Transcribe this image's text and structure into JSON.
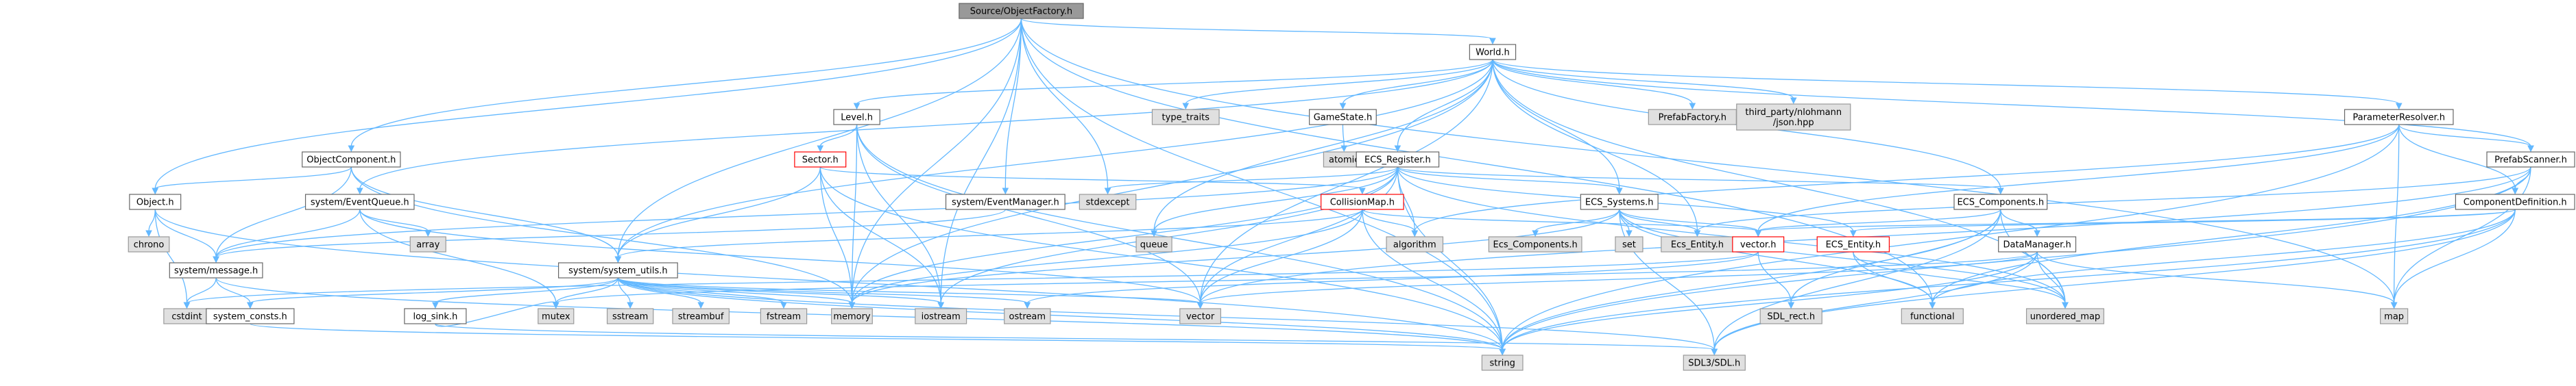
{
  "nodes": [
    {
      "id": "objectfactory",
      "label": "Source/ObjectFactory.h",
      "kind": "root"
    },
    {
      "id": "world",
      "label": "World.h",
      "kind": "proj"
    },
    {
      "id": "level",
      "label": "Level.h",
      "kind": "proj"
    },
    {
      "id": "type_traits",
      "label": "type_traits",
      "kind": "sys"
    },
    {
      "id": "gamestate",
      "label": "GameState.h",
      "kind": "proj"
    },
    {
      "id": "prefabfactory",
      "label": "PrefabFactory.h",
      "kind": "sys"
    },
    {
      "id": "json",
      "label": "third_party/nlohmann\n/json.hpp",
      "kind": "sys"
    },
    {
      "id": "paramresolver",
      "label": "ParameterResolver.h",
      "kind": "proj"
    },
    {
      "id": "objectcomponent",
      "label": "ObjectComponent.h",
      "kind": "proj"
    },
    {
      "id": "sector",
      "label": "Sector.h",
      "kind": "red"
    },
    {
      "id": "atomic",
      "label": "atomic",
      "kind": "sys"
    },
    {
      "id": "ecs_register",
      "label": "ECS_Register.h",
      "kind": "proj"
    },
    {
      "id": "prefabscanner",
      "label": "PrefabScanner.h",
      "kind": "proj"
    },
    {
      "id": "object",
      "label": "Object.h",
      "kind": "proj"
    },
    {
      "id": "eventqueue",
      "label": "system/EventQueue.h",
      "kind": "proj"
    },
    {
      "id": "eventmanager",
      "label": "system/EventManager.h",
      "kind": "proj"
    },
    {
      "id": "stdexcept",
      "label": "stdexcept",
      "kind": "sys"
    },
    {
      "id": "collisionmap",
      "label": "CollisionMap.h",
      "kind": "red"
    },
    {
      "id": "ecs_systems",
      "label": "ECS_Systems.h",
      "kind": "proj"
    },
    {
      "id": "ecs_components",
      "label": "ECS_Components.h",
      "kind": "proj"
    },
    {
      "id": "componentdef",
      "label": "ComponentDefinition.h",
      "kind": "proj"
    },
    {
      "id": "chrono",
      "label": "chrono",
      "kind": "sys"
    },
    {
      "id": "array",
      "label": "array",
      "kind": "sys"
    },
    {
      "id": "sysmessage",
      "label": "system/message.h",
      "kind": "proj"
    },
    {
      "id": "queue",
      "label": "queue",
      "kind": "sys"
    },
    {
      "id": "algorithm",
      "label": "algorithm",
      "kind": "sys"
    },
    {
      "id": "ecs_components_sys",
      "label": "Ecs_Components.h",
      "kind": "sys"
    },
    {
      "id": "set",
      "label": "set",
      "kind": "sys"
    },
    {
      "id": "ecs_entity_sys",
      "label": "Ecs_Entity.h",
      "kind": "sys"
    },
    {
      "id": "vector_h",
      "label": "vector.h",
      "kind": "red"
    },
    {
      "id": "ecs_entity_h",
      "label": "ECS_Entity.h",
      "kind": "red"
    },
    {
      "id": "datamanager",
      "label": "DataManager.h",
      "kind": "proj"
    },
    {
      "id": "sysutils",
      "label": "system/system_utils.h",
      "kind": "proj"
    },
    {
      "id": "cstdint",
      "label": "cstdint",
      "kind": "sys"
    },
    {
      "id": "sysconsts",
      "label": "system_consts.h",
      "kind": "proj"
    },
    {
      "id": "logsink",
      "label": "log_sink.h",
      "kind": "proj"
    },
    {
      "id": "mutex",
      "label": "mutex",
      "kind": "sys"
    },
    {
      "id": "sstream",
      "label": "sstream",
      "kind": "sys"
    },
    {
      "id": "streambuf",
      "label": "streambuf",
      "kind": "sys"
    },
    {
      "id": "fstream",
      "label": "fstream",
      "kind": "sys"
    },
    {
      "id": "memory",
      "label": "memory",
      "kind": "sys"
    },
    {
      "id": "iostream",
      "label": "iostream",
      "kind": "sys"
    },
    {
      "id": "ostream",
      "label": "ostream",
      "kind": "sys"
    },
    {
      "id": "vector",
      "label": "vector",
      "kind": "sys"
    },
    {
      "id": "sdl_rect",
      "label": "SDL_rect.h",
      "kind": "sys"
    },
    {
      "id": "functional",
      "label": "functional",
      "kind": "sys"
    },
    {
      "id": "unordered_map",
      "label": "unordered_map",
      "kind": "sys"
    },
    {
      "id": "map",
      "label": "map",
      "kind": "sys"
    },
    {
      "id": "string",
      "label": "string",
      "kind": "sys"
    },
    {
      "id": "sdl3",
      "label": "SDL3/SDL.h",
      "kind": "sys"
    }
  ],
  "edges": [
    [
      "objectfactory",
      "world"
    ],
    [
      "objectfactory",
      "objectcomponent"
    ],
    [
      "objectfactory",
      "object"
    ],
    [
      "objectfactory",
      "eventmanager"
    ],
    [
      "objectfactory",
      "stdexcept"
    ],
    [
      "objectfactory",
      "sysutils"
    ],
    [
      "objectfactory",
      "memory"
    ],
    [
      "objectfactory",
      "iostream"
    ],
    [
      "objectfactory",
      "functional"
    ],
    [
      "objectfactory",
      "map"
    ],
    [
      "objectfactory",
      "string"
    ],
    [
      "world",
      "level"
    ],
    [
      "world",
      "type_traits"
    ],
    [
      "world",
      "gamestate"
    ],
    [
      "world",
      "prefabfactory"
    ],
    [
      "world",
      "json"
    ],
    [
      "world",
      "paramresolver"
    ],
    [
      "world",
      "ecs_register"
    ],
    [
      "world",
      "prefabscanner"
    ],
    [
      "world",
      "eventqueue"
    ],
    [
      "world",
      "ecs_systems"
    ],
    [
      "world",
      "ecs_components"
    ],
    [
      "world",
      "sysutils"
    ],
    [
      "world",
      "queue"
    ],
    [
      "world",
      "memory"
    ],
    [
      "world",
      "vector"
    ],
    [
      "world",
      "unordered_map"
    ],
    [
      "world",
      "ecs_entity_sys"
    ],
    [
      "level",
      "sector"
    ],
    [
      "level",
      "string"
    ],
    [
      "level",
      "memory"
    ],
    [
      "level",
      "iostream"
    ],
    [
      "level",
      "vector"
    ],
    [
      "sector",
      "collisionmap"
    ],
    [
      "sector",
      "sysutils"
    ],
    [
      "sector",
      "memory"
    ],
    [
      "sector",
      "iostream"
    ],
    [
      "sector",
      "string"
    ],
    [
      "gamestate",
      "atomic"
    ],
    [
      "paramresolver",
      "prefabscanner"
    ],
    [
      "paramresolver",
      "componentdef"
    ],
    [
      "paramresolver",
      "map"
    ],
    [
      "paramresolver",
      "string"
    ],
    [
      "paramresolver",
      "vector_h"
    ],
    [
      "paramresolver",
      "algorithm"
    ],
    [
      "ecs_register",
      "ecs_systems"
    ],
    [
      "ecs_register",
      "ecs_components"
    ],
    [
      "ecs_register",
      "stdexcept"
    ],
    [
      "ecs_register",
      "ecs_entity_h"
    ],
    [
      "ecs_register",
      "vector"
    ],
    [
      "ecs_register",
      "iostream"
    ],
    [
      "ecs_register",
      "memory"
    ],
    [
      "ecs_register",
      "queue"
    ],
    [
      "ecs_register",
      "unordered_map"
    ],
    [
      "ecs_register",
      "string"
    ],
    [
      "ecs_register",
      "sysmessage"
    ],
    [
      "ecs_register",
      "algorithm"
    ],
    [
      "prefabscanner",
      "componentdef"
    ],
    [
      "prefabscanner",
      "map"
    ],
    [
      "prefabscanner",
      "string"
    ],
    [
      "prefabscanner",
      "vector"
    ],
    [
      "prefabscanner",
      "ecs_entity_sys"
    ],
    [
      "prefabscanner",
      "functional"
    ],
    [
      "componentdef",
      "vector_h"
    ],
    [
      "componentdef",
      "ecs_entity_h"
    ],
    [
      "componentdef",
      "map"
    ],
    [
      "componentdef",
      "string"
    ],
    [
      "componentdef",
      "sdl3"
    ],
    [
      "componentdef",
      "functional"
    ],
    [
      "objectcomponent",
      "object"
    ],
    [
      "objectcomponent",
      "sysmessage"
    ],
    [
      "objectcomponent",
      "sysutils"
    ],
    [
      "objectcomponent",
      "memory"
    ],
    [
      "object",
      "chrono"
    ],
    [
      "object",
      "sysmessage"
    ],
    [
      "object",
      "cstdint"
    ],
    [
      "object",
      "string"
    ],
    [
      "eventqueue",
      "array"
    ],
    [
      "eventqueue",
      "sysmessage"
    ],
    [
      "eventqueue",
      "mutex"
    ],
    [
      "eventqueue",
      "vector"
    ],
    [
      "eventmanager",
      "sysmessage"
    ],
    [
      "sysmessage",
      "cstdint"
    ],
    [
      "sysmessage",
      "sysconsts"
    ],
    [
      "sysmessage",
      "string"
    ],
    [
      "collisionmap",
      "sysutils"
    ],
    [
      "collisionmap",
      "vector_h"
    ],
    [
      "collisionmap",
      "vector"
    ],
    [
      "collisionmap",
      "memory"
    ],
    [
      "collisionmap",
      "string"
    ],
    [
      "collisionmap",
      "algorithm"
    ],
    [
      "ecs_systems",
      "ecs_components_sys"
    ],
    [
      "ecs_systems",
      "set"
    ],
    [
      "ecs_systems",
      "ecs_entity_sys"
    ],
    [
      "ecs_systems",
      "vector_h"
    ],
    [
      "ecs_systems",
      "sdl3"
    ],
    [
      "ecs_systems",
      "functional"
    ],
    [
      "ecs_systems",
      "unordered_map"
    ],
    [
      "ecs_systems",
      "memory"
    ],
    [
      "ecs_components",
      "datamanager"
    ],
    [
      "ecs_components",
      "vector_h"
    ],
    [
      "ecs_components",
      "sdl_rect"
    ],
    [
      "ecs_components",
      "string"
    ],
    [
      "ecs_components",
      "unordered_map"
    ],
    [
      "ecs_components",
      "sdl3"
    ],
    [
      "datamanager",
      "map"
    ],
    [
      "datamanager",
      "string"
    ],
    [
      "datamanager",
      "vector"
    ],
    [
      "datamanager",
      "unordered_map"
    ],
    [
      "datamanager",
      "sdl3"
    ],
    [
      "datamanager",
      "mutex"
    ],
    [
      "vector_h",
      "sdl_rect"
    ],
    [
      "vector_h",
      "ostream"
    ],
    [
      "vector_h",
      "cstdint"
    ],
    [
      "ecs_entity_h",
      "unordered_map"
    ],
    [
      "ecs_entity_h",
      "functional"
    ],
    [
      "sysutils",
      "logsink"
    ],
    [
      "sysutils",
      "sysconsts"
    ],
    [
      "sysutils",
      "mutex"
    ],
    [
      "sysutils",
      "sstream"
    ],
    [
      "sysutils",
      "streambuf"
    ],
    [
      "sysutils",
      "fstream"
    ],
    [
      "sysutils",
      "memory"
    ],
    [
      "sysutils",
      "iostream"
    ],
    [
      "sysutils",
      "ostream"
    ],
    [
      "sysutils",
      "string"
    ],
    [
      "sysutils",
      "sdl3"
    ],
    [
      "sysutils",
      "vector"
    ],
    [
      "logsink",
      "sdl3"
    ],
    [
      "logsink",
      "mutex"
    ],
    [
      "sysconsts",
      "string"
    ]
  ]
}
